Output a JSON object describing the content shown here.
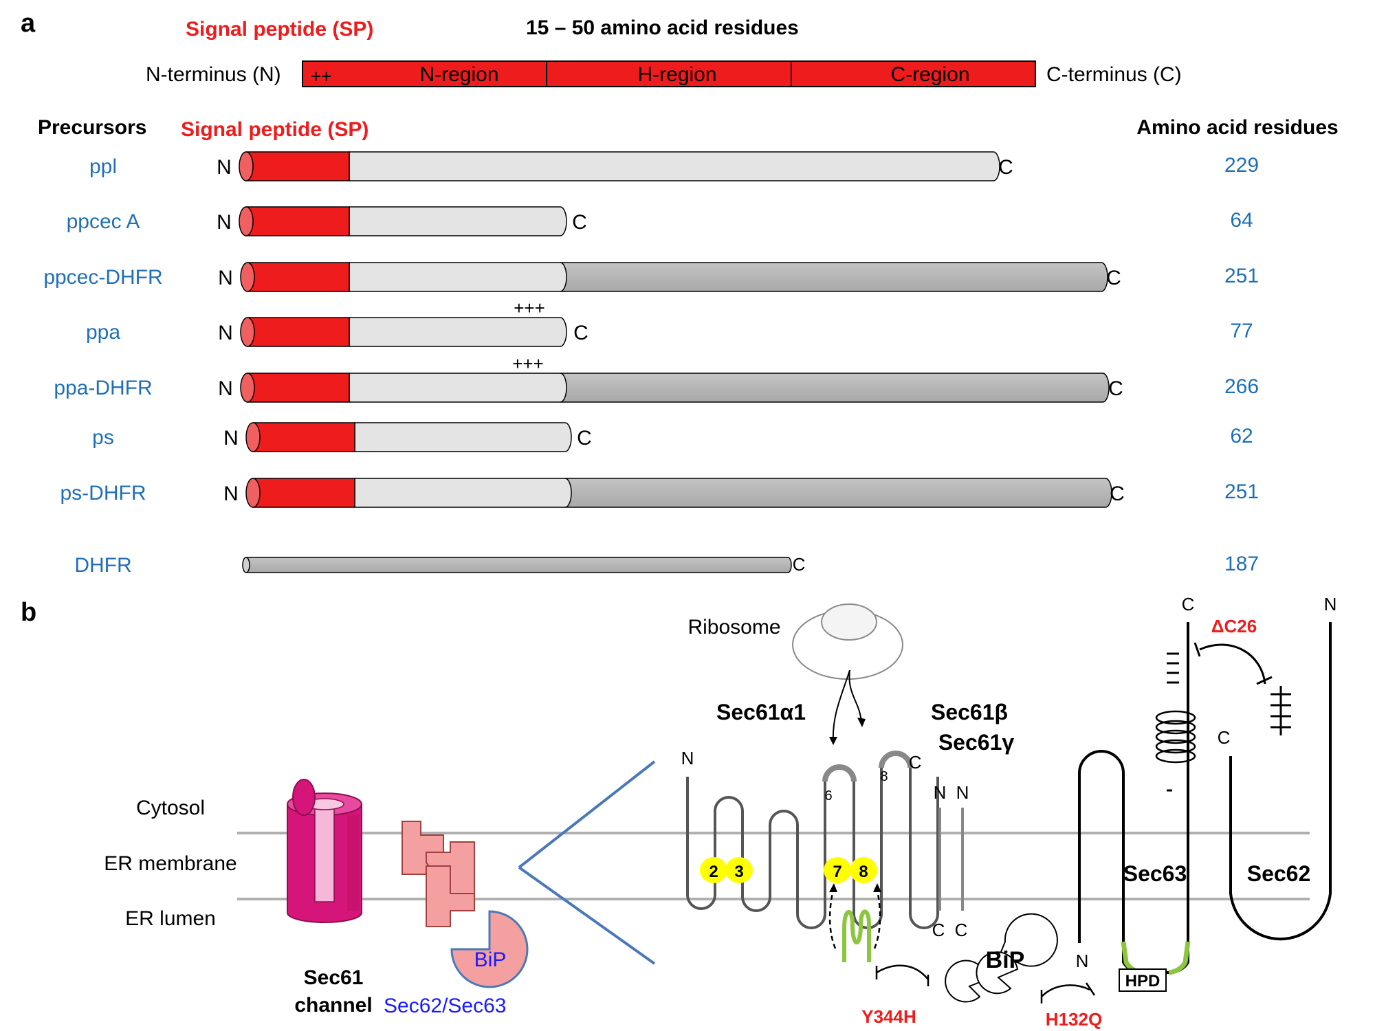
{
  "panel_a": {
    "label": "a",
    "header": {
      "sp_title": "Signal peptide (SP)",
      "length_text": "15 – 50 amino acid residues",
      "n_terminus": "N-terminus (N)",
      "c_terminus": "C-terminus (C)",
      "charge": "++",
      "regions": [
        "N-region",
        "H-region",
        "C-region"
      ]
    },
    "col_precursors": "Precursors",
    "col_sp": "Signal peptide (SP)",
    "col_residues": "Amino acid residues",
    "rows": [
      {
        "name": "ppl",
        "residues": "229",
        "n": "N",
        "c": "C",
        "plus": ""
      },
      {
        "name": "ppcec A",
        "residues": "64",
        "n": "N",
        "c": "C",
        "plus": ""
      },
      {
        "name": "ppcec-DHFR",
        "residues": "251",
        "n": "N",
        "c": "C",
        "plus": ""
      },
      {
        "name": "ppa",
        "residues": "77",
        "n": "N",
        "c": "C",
        "plus": "+++"
      },
      {
        "name": "ppa-DHFR",
        "residues": "266",
        "n": "N",
        "c": "C",
        "plus": "+++"
      },
      {
        "name": "ps",
        "residues": "62",
        "n": "N",
        "c": "C",
        "plus": ""
      },
      {
        "name": "ps-DHFR",
        "residues": "251",
        "n": "N",
        "c": "C",
        "plus": ""
      },
      {
        "name": "DHFR",
        "residues": "187",
        "n": "",
        "c": "C",
        "plus": ""
      }
    ]
  },
  "panel_b": {
    "label": "b",
    "ribosome": "Ribosome",
    "sec61a": "Sec61α1",
    "sec61b": "Sec61β",
    "sec61g": "Sec61γ",
    "cytosol": "Cytosol",
    "er_membrane": "ER membrane",
    "er_lumen": "ER lumen",
    "sec61_line1": "Sec61",
    "sec61_line2": "channel",
    "sec62_63": "Sec62/Sec63",
    "bip": "BiP",
    "bip2": "BiP",
    "helices": [
      "2",
      "3",
      "7",
      "8"
    ],
    "loop6": "6",
    "loop8": "8",
    "sec63": "Sec63",
    "sec62": "Sec62",
    "hpd": "HPD",
    "mut_y344h": "Y344H",
    "mut_h132q": "H132Q",
    "mut_dc26": "ΔC26",
    "term_n": "N",
    "term_c": "C",
    "minus": "-",
    "plus_sign": "+"
  },
  "colors": {
    "signal_peptide": "#ee1c1c",
    "link_blue": "#1f6fb7",
    "sec61_channel": "#d6157a",
    "sec62_63_blocks": "#f4a0a0",
    "helix_yellow": "#ffff00",
    "hpd_green": "#8cc63f",
    "membrane": "#b0b0b0",
    "zoom_lines": "#4a78b8"
  }
}
